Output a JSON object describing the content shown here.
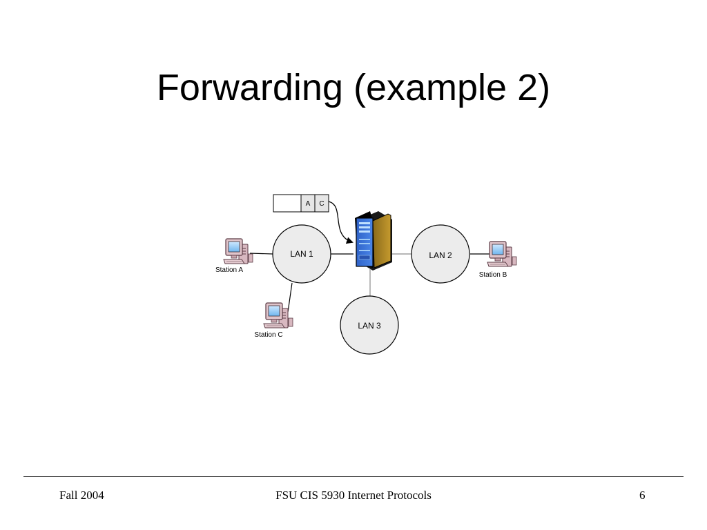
{
  "slide": {
    "title": "Forwarding (example 2)"
  },
  "diagram": {
    "lans": [
      {
        "id": "lan1",
        "label": "LAN 1"
      },
      {
        "id": "lan2",
        "label": "LAN 2"
      },
      {
        "id": "lan3",
        "label": "LAN 3"
      }
    ],
    "stations": [
      {
        "id": "a",
        "label": "Station A"
      },
      {
        "id": "b",
        "label": "Station B"
      },
      {
        "id": "c",
        "label": "Station C"
      }
    ],
    "frame": {
      "fields": [
        "",
        "A",
        "C"
      ]
    },
    "bridge_icon": "server-tower-icon",
    "station_icon": "desktop-computer-icon"
  },
  "footer": {
    "left": "Fall 2004",
    "center": "FSU CIS 5930 Internet Protocols",
    "right": "6"
  }
}
